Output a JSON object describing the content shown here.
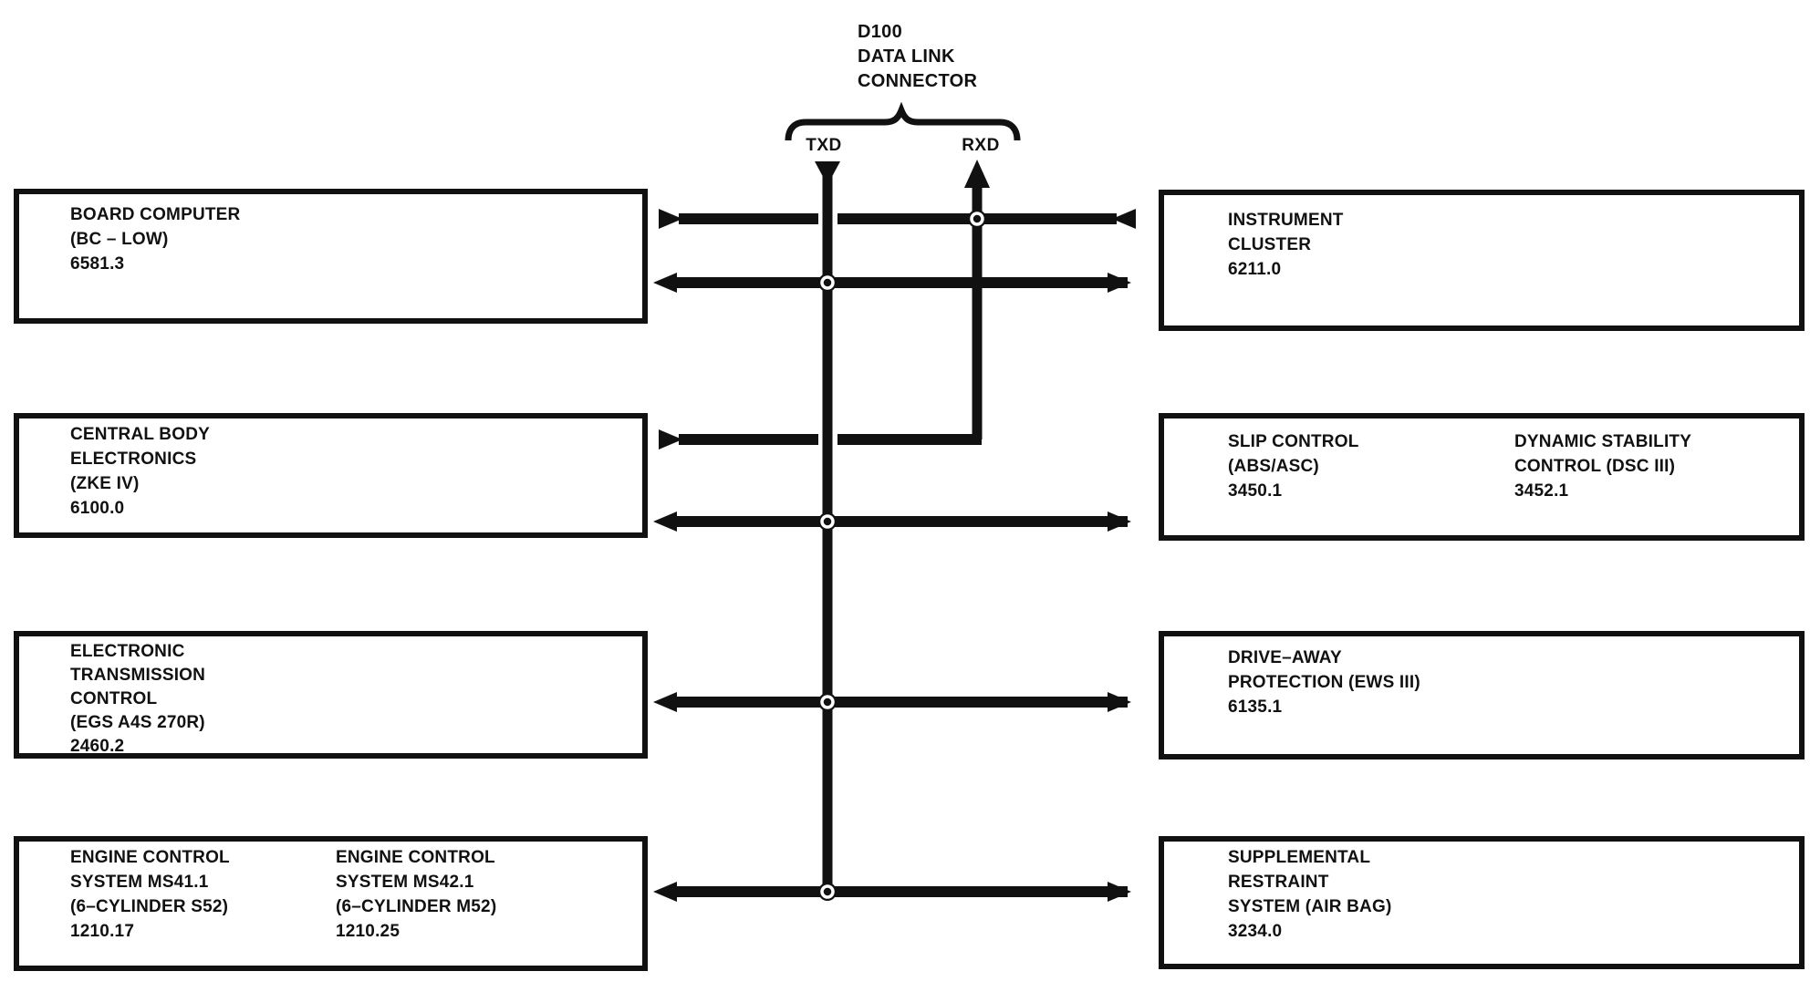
{
  "page": {
    "background": "#ffffff",
    "ink": "#111111"
  },
  "connector": {
    "title_lines": [
      "D100",
      "DATA LINK",
      "CONNECTOR"
    ],
    "pins": {
      "txd": "TXD",
      "rxd": "RXD"
    }
  },
  "modules": {
    "left": [
      {
        "id": "board-computer",
        "lines": [
          "BOARD COMPUTER",
          "(BC – LOW)",
          "6581.3"
        ]
      },
      {
        "id": "central-body-electronics",
        "lines": [
          "CENTRAL BODY",
          "ELECTRONICS",
          "(ZKE IV)",
          "6100.0"
        ]
      },
      {
        "id": "electronic-transmission-control",
        "lines": [
          "ELECTRONIC",
          "TRANSMISSION",
          "CONTROL",
          "(EGS A4S 270R)",
          "2460.2"
        ]
      },
      {
        "id": "engine-control",
        "columns": [
          {
            "lines": [
              "ENGINE CONTROL",
              "SYSTEM MS41.1",
              "(6–CYLINDER S52)",
              "1210.17"
            ]
          },
          {
            "lines": [
              "ENGINE CONTROL",
              "SYSTEM MS42.1",
              "(6–CYLINDER M52)",
              "1210.25"
            ]
          }
        ]
      }
    ],
    "right": [
      {
        "id": "instrument-cluster",
        "lines": [
          "INSTRUMENT",
          "CLUSTER",
          "6211.0"
        ]
      },
      {
        "id": "slip-control-dsc",
        "columns": [
          {
            "lines": [
              "SLIP CONTROL",
              "(ABS/ASC)",
              "3450.1"
            ]
          },
          {
            "lines": [
              "DYNAMIC STABILITY",
              "CONTROL (DSC III)",
              "3452.1"
            ]
          }
        ]
      },
      {
        "id": "drive-away-protection",
        "lines": [
          "DRIVE–AWAY",
          "PROTECTION (EWS III)",
          "6135.1"
        ]
      },
      {
        "id": "supplemental-restraint",
        "lines": [
          "SUPPLEMENTAL",
          "RESTRAINT",
          "SYSTEM (AIR BAG)",
          "3234.0"
        ]
      }
    ]
  }
}
